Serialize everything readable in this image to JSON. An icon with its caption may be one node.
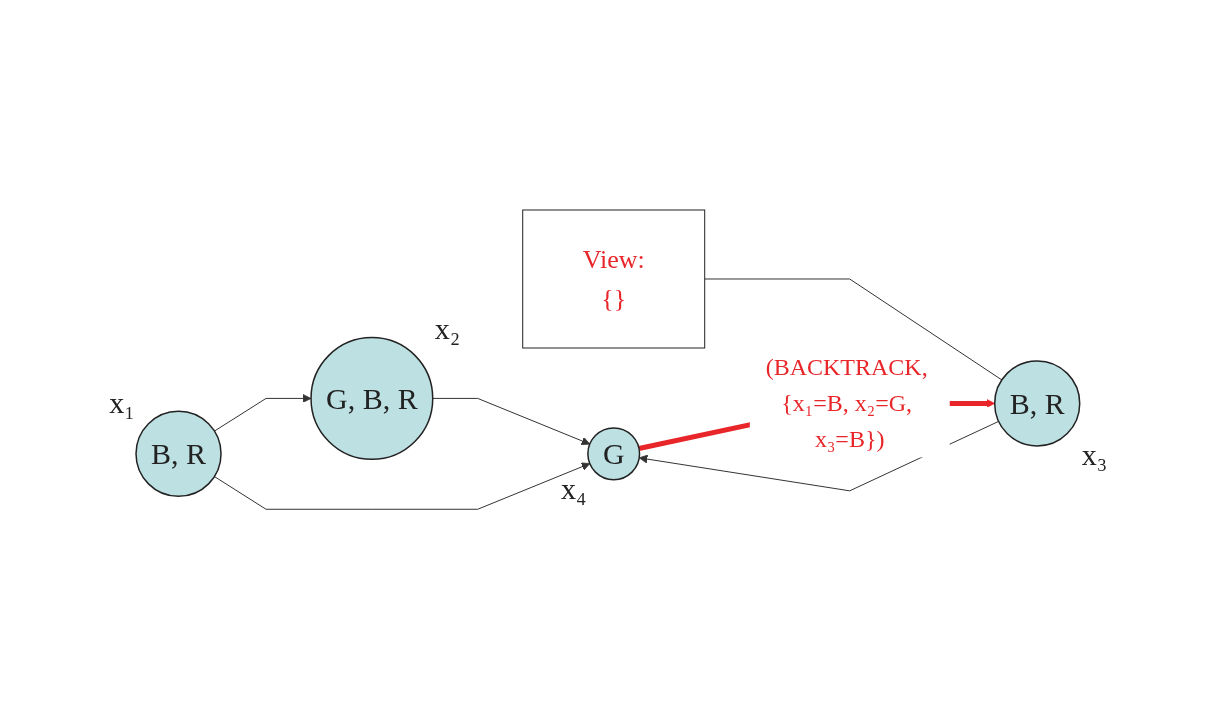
{
  "diagram": {
    "nodes": [
      {
        "text": [
          "B, R"
        ],
        "beside": [
          "x₁"
        ]
      },
      {
        "text": [
          "G, B, R"
        ],
        "beside": [
          "x₂"
        ]
      },
      {
        "text": [
          "View:",
          "{}"
        ]
      },
      {
        "text": [
          "G"
        ],
        "beside": [
          "x₄"
        ]
      },
      {
        "text": [
          "B, R"
        ],
        "beside": [
          "x₃"
        ]
      }
    ],
    "edges": [
      {
        "from": 0,
        "to": 1,
        "arrow": "to"
      },
      {
        "from": 0,
        "to": 3,
        "arrow": "to"
      },
      {
        "from": 1,
        "to": 3,
        "arrow": "to"
      },
      {
        "from": 4,
        "to": 3,
        "arrow": "to"
      },
      {
        "from": 3,
        "to": 4,
        "arrow": "to",
        "style": "thick",
        "color": "#e8262a",
        "label": "(BACKTRACK, {x₁=B, x₂=G, x₃=B})"
      },
      {
        "from": 2,
        "to": 4,
        "arrow": "none"
      }
    ]
  }
}
